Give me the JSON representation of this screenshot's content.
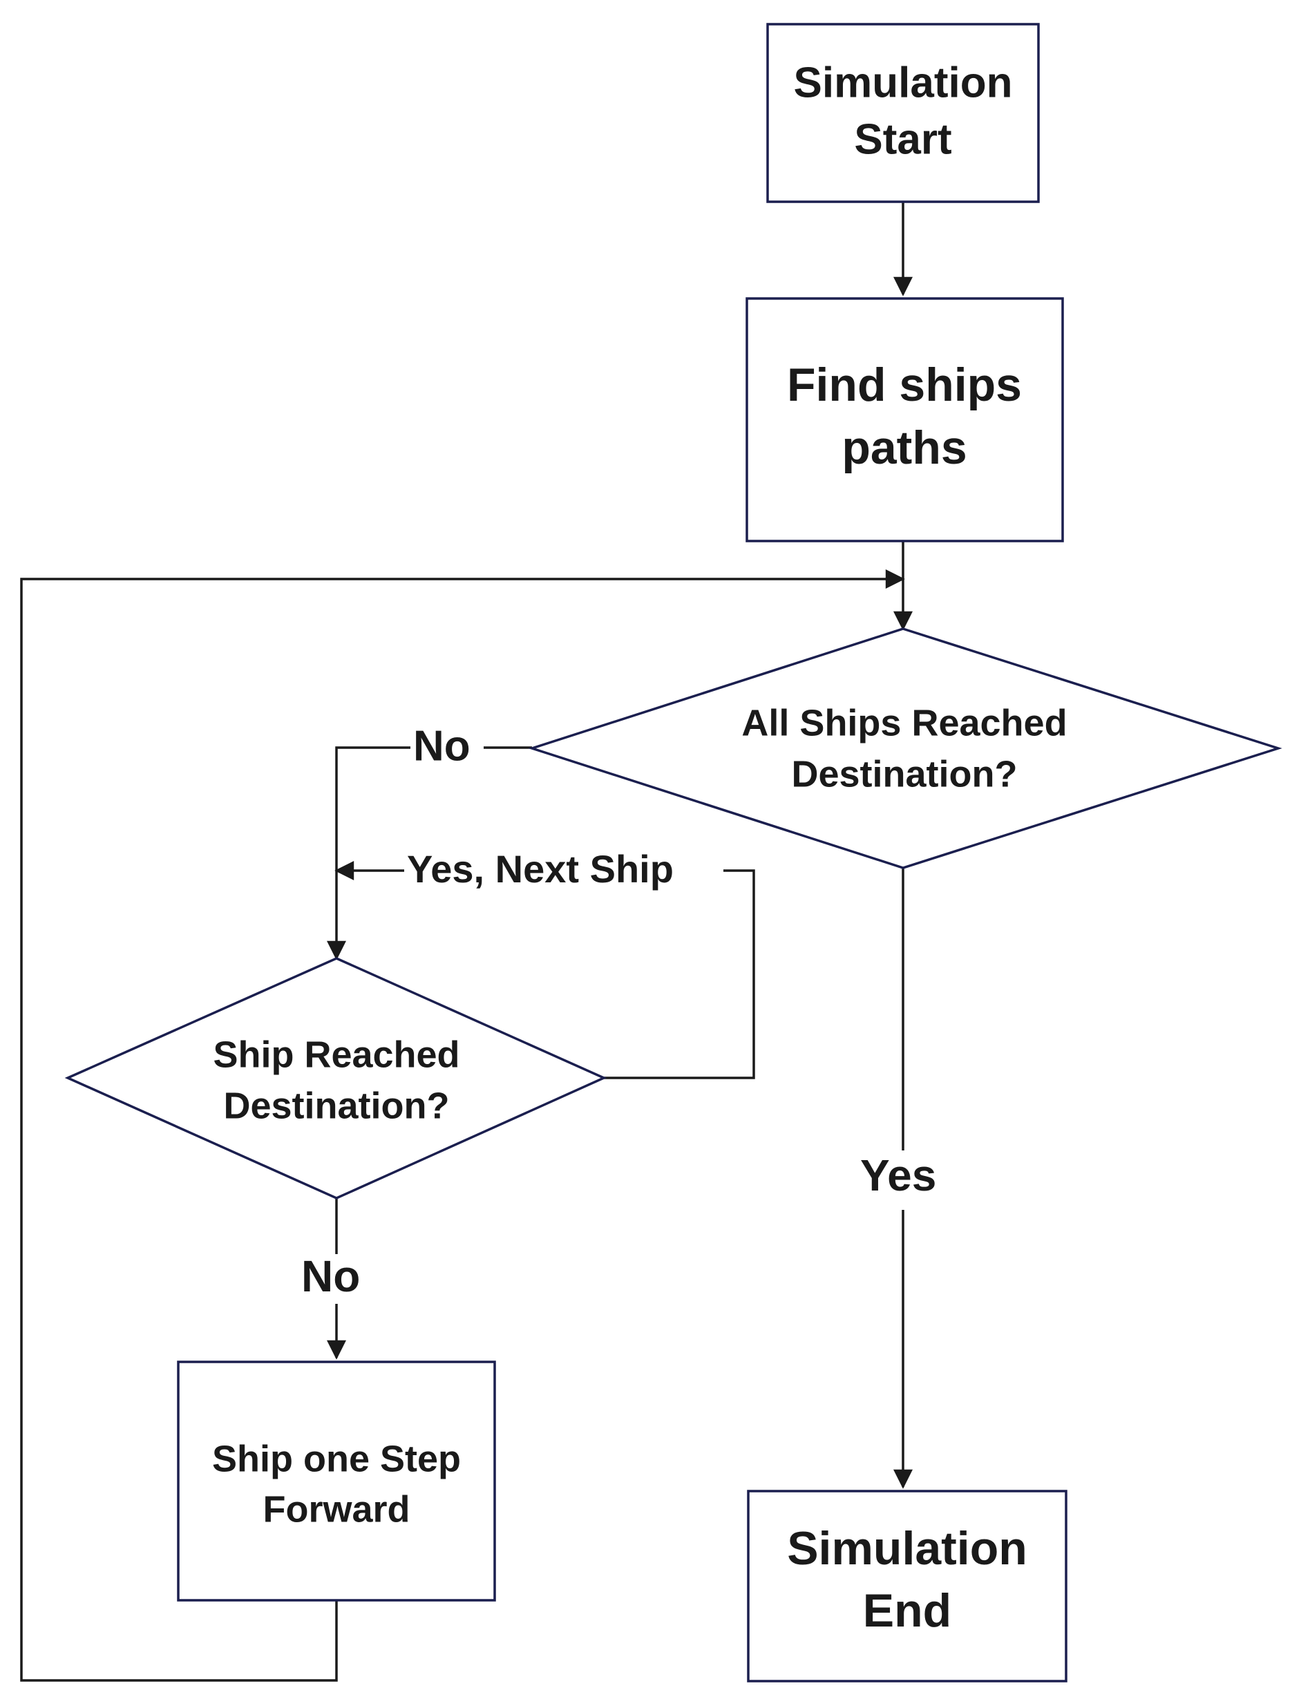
{
  "nodes": {
    "start": {
      "line1": "Simulation",
      "line2": "Start"
    },
    "find_paths": {
      "line1": "Find ships",
      "line2": "paths"
    },
    "all_reached": {
      "line1": "All Ships Reached",
      "line2": "Destination?"
    },
    "ship_reached": {
      "line1": "Ship Reached",
      "line2": "Destination?"
    },
    "step_forward": {
      "line1": "Ship one Step",
      "line2": "Forward"
    },
    "end": {
      "line1": "Simulation",
      "line2": "End"
    }
  },
  "edges": {
    "all_no": "No",
    "all_yes": "Yes",
    "ship_yes_next": "Yes, Next Ship",
    "ship_no": "No"
  },
  "colors": {
    "node_border": "#1b1f4f",
    "line": "#1a1a1a",
    "text": "#1a1a1a",
    "background": "#ffffff"
  }
}
